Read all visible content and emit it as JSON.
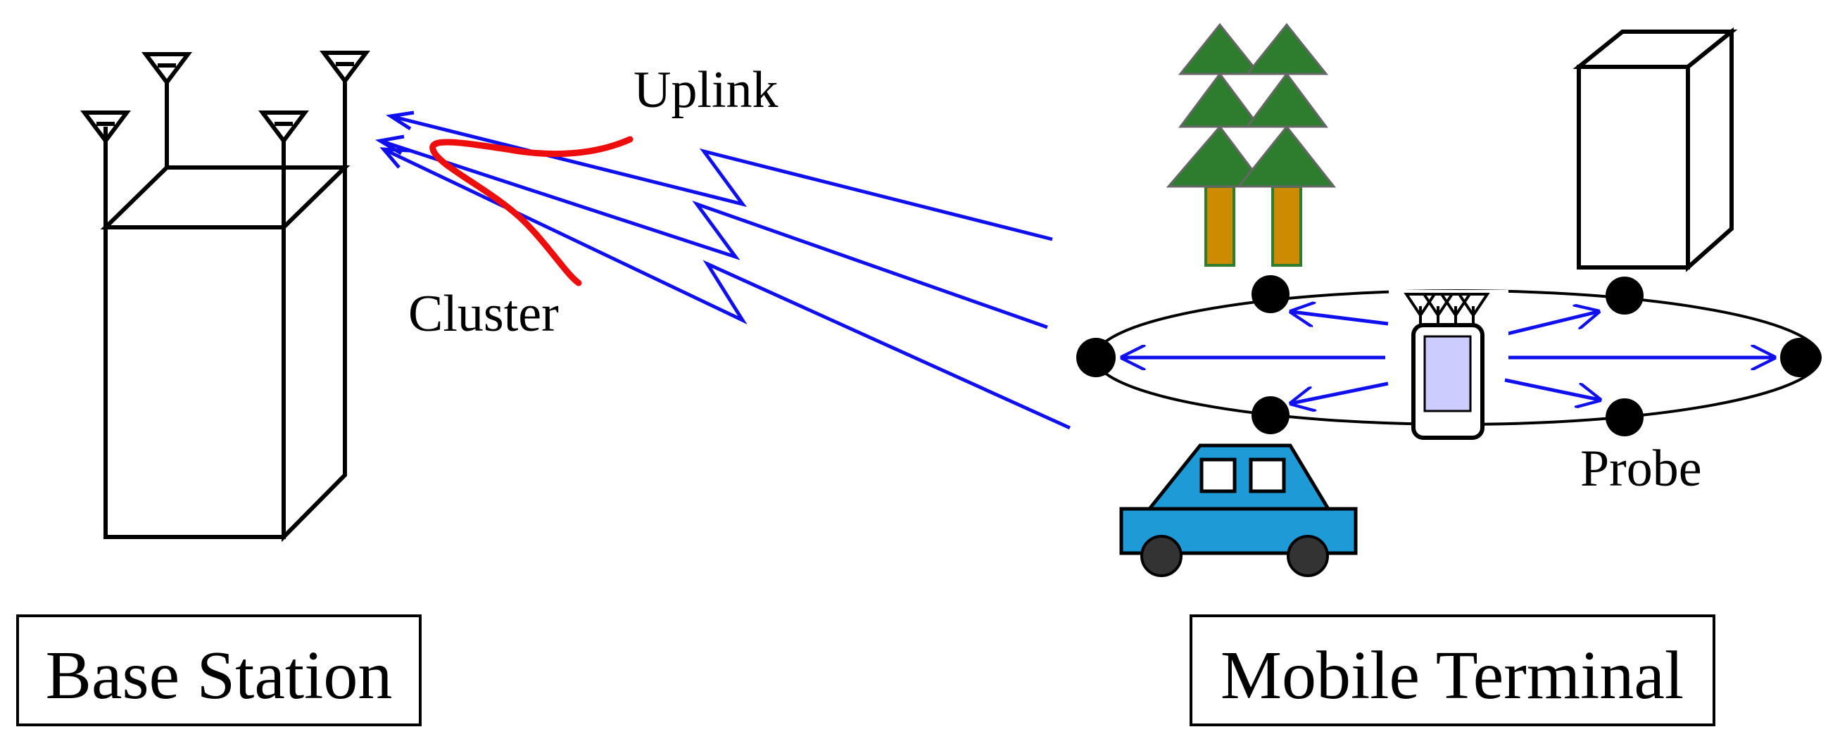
{
  "labels": {
    "uplink": "Uplink",
    "cluster": "Cluster",
    "probe": "Probe",
    "base_station": "Base Station",
    "mobile_terminal": "Mobile Terminal"
  },
  "colors": {
    "ray": "#1010ee",
    "cluster": "#ee0d0d",
    "tree_foliage": "#2e7d2e",
    "tree_trunk": "#cc8b00",
    "car_body": "#1e9ad6",
    "phone_screen": "#ccccff",
    "outline": "#000000"
  }
}
